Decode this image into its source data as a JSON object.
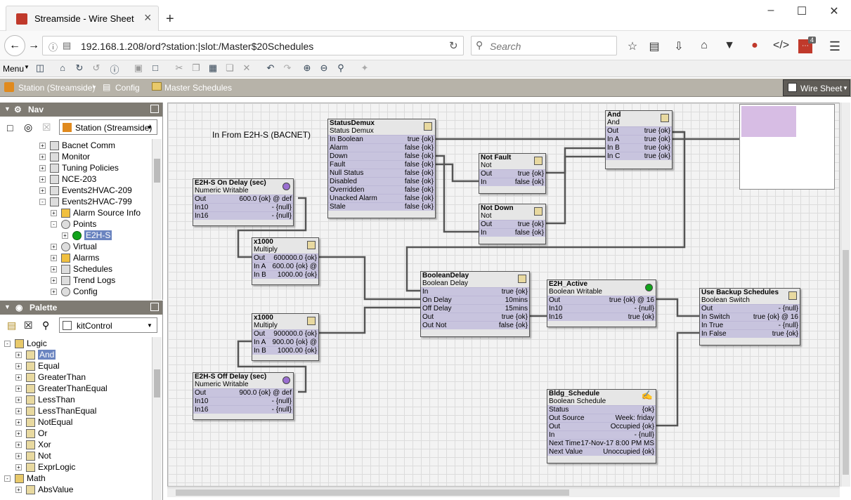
{
  "browser": {
    "tab_title": "Streamside - Wire Sheet",
    "tab_close": "×",
    "new_tab": "+",
    "url": "192.168.1.208/ord?station:|slot:/Master$20Schedules",
    "search_placeholder": "Search",
    "badge": "4"
  },
  "niagara_toolbar": {
    "menu_label": "Menu"
  },
  "path_bar": {
    "station": "Station (Streamside)",
    "config": "Config",
    "folder": "Master Schedules",
    "view": "Wire Sheet"
  },
  "nav": {
    "title": "Nav",
    "station_select": "Station (Streamside)",
    "items": [
      {
        "label": "Bacnet Comm"
      },
      {
        "label": "Monitor"
      },
      {
        "label": "Tuning Policies"
      },
      {
        "label": "NCE-203"
      },
      {
        "label": "Events2HVAC-209"
      },
      {
        "label": "Events2HVAC-799"
      },
      {
        "label": "Alarm Source Info"
      },
      {
        "label": "Points"
      },
      {
        "label": "E2H-S"
      },
      {
        "label": "Virtual"
      },
      {
        "label": "Alarms"
      },
      {
        "label": "Schedules"
      },
      {
        "label": "Trend Logs"
      },
      {
        "label": "Config"
      }
    ]
  },
  "palette": {
    "title": "Palette",
    "module": "kitControl",
    "items": [
      {
        "label": "Logic"
      },
      {
        "label": "And"
      },
      {
        "label": "Equal"
      },
      {
        "label": "GreaterThan"
      },
      {
        "label": "GreaterThanEqual"
      },
      {
        "label": "LessThan"
      },
      {
        "label": "LessThanEqual"
      },
      {
        "label": "NotEqual"
      },
      {
        "label": "Or"
      },
      {
        "label": "Xor"
      },
      {
        "label": "Not"
      },
      {
        "label": "ExprLogic"
      },
      {
        "label": "Math"
      },
      {
        "label": "AbsValue"
      }
    ]
  },
  "wiresheet": {
    "label_in": "In From E2H-S (BACNET)",
    "statusdemux": {
      "title": "StatusDemux",
      "sub": "Status Demux",
      "slots": [
        [
          "In Boolean",
          "true {ok}"
        ],
        [
          "Alarm",
          "false {ok}"
        ],
        [
          "Down",
          "false {ok}"
        ],
        [
          "Fault",
          "false {ok}"
        ],
        [
          "Null Status",
          "false {ok}"
        ],
        [
          "Disabled",
          "false {ok}"
        ],
        [
          "Overridden",
          "false {ok}"
        ],
        [
          "Unacked Alarm",
          "false {ok}"
        ],
        [
          "Stale",
          "false {ok}"
        ]
      ]
    },
    "and": {
      "title": "And",
      "sub": "And",
      "slots": [
        [
          "Out",
          "true {ok}"
        ],
        [
          "In A",
          "true {ok}"
        ],
        [
          "In B",
          "true {ok}"
        ],
        [
          "In C",
          "true {ok}"
        ]
      ]
    },
    "notfault": {
      "title": "Not Fault",
      "sub": "Not",
      "slots": [
        [
          "Out",
          "true {ok}"
        ],
        [
          "In",
          "false {ok}"
        ]
      ]
    },
    "notdown": {
      "title": "Not Down",
      "sub": "Not",
      "slots": [
        [
          "Out",
          "true {ok}"
        ],
        [
          "In",
          "false {ok}"
        ]
      ]
    },
    "ondelay": {
      "title": "E2H-S On Delay (sec)",
      "sub": "Numeric Writable",
      "slots": [
        [
          "Out",
          "600.0 {ok} @ def"
        ],
        [
          "In10",
          "- {null}"
        ],
        [
          "In16",
          "- {null}"
        ]
      ]
    },
    "mult1": {
      "title": "x1000",
      "sub": "Multiply",
      "slots": [
        [
          "Out",
          "600000.0 {ok}"
        ],
        [
          "In A",
          "600.00 {ok} @"
        ],
        [
          "In B",
          "1000.00 {ok}"
        ]
      ]
    },
    "mult2": {
      "title": "x1000",
      "sub": "Multiply",
      "slots": [
        [
          "Out",
          "900000.0 {ok}"
        ],
        [
          "In A",
          "900.00 {ok} @"
        ],
        [
          "In B",
          "1000.00 {ok}"
        ]
      ]
    },
    "offdelay": {
      "title": "E2H-S Off Delay (sec)",
      "sub": "Numeric Writable",
      "slots": [
        [
          "Out",
          "900.0 {ok} @ def"
        ],
        [
          "In10",
          "- {null}"
        ],
        [
          "In16",
          "- {null}"
        ]
      ]
    },
    "booldelay": {
      "title": "BooleanDelay",
      "sub": "Boolean Delay",
      "slots": [
        [
          "In",
          "true {ok}"
        ],
        [
          "On Delay",
          "10mins"
        ],
        [
          "Off Delay",
          "15mins"
        ],
        [
          "Out",
          "true {ok}"
        ],
        [
          "Out Not",
          "false {ok}"
        ]
      ]
    },
    "e2hactive": {
      "title": "E2H_Active",
      "sub": "Boolean Writable",
      "slots": [
        [
          "Out",
          "true {ok} @ 16"
        ],
        [
          "In10",
          "- {null}"
        ],
        [
          "In16",
          "true {ok}"
        ]
      ]
    },
    "backup": {
      "title": "Use Backup Schedules",
      "sub": "Boolean Switch",
      "slots": [
        [
          "Out",
          "- {null}"
        ],
        [
          "In Switch",
          "true {ok} @ 16"
        ],
        [
          "In True",
          "- {null}"
        ],
        [
          "In False",
          "true {ok}"
        ]
      ]
    },
    "bldg": {
      "title": "Bldg_Schedule",
      "sub": "Boolean Schedule",
      "slots": [
        [
          "Status",
          "{ok}"
        ],
        [
          "Out Source",
          "Week: friday"
        ],
        [
          "Out",
          "Occupied {ok}"
        ],
        [
          "In",
          "- {null}"
        ],
        [
          "Next Time",
          "17-Nov-17 8:00 PM MS"
        ],
        [
          "Next Value",
          "Unoccupied {ok}"
        ]
      ]
    }
  },
  "colors": {
    "slot_bg": "#c8c4de",
    "path_bar": "#b7b3a9",
    "panel_hdr": "#7f7b73",
    "purple_dot": "#9a6fd1",
    "green_dot": "#10a31a"
  }
}
